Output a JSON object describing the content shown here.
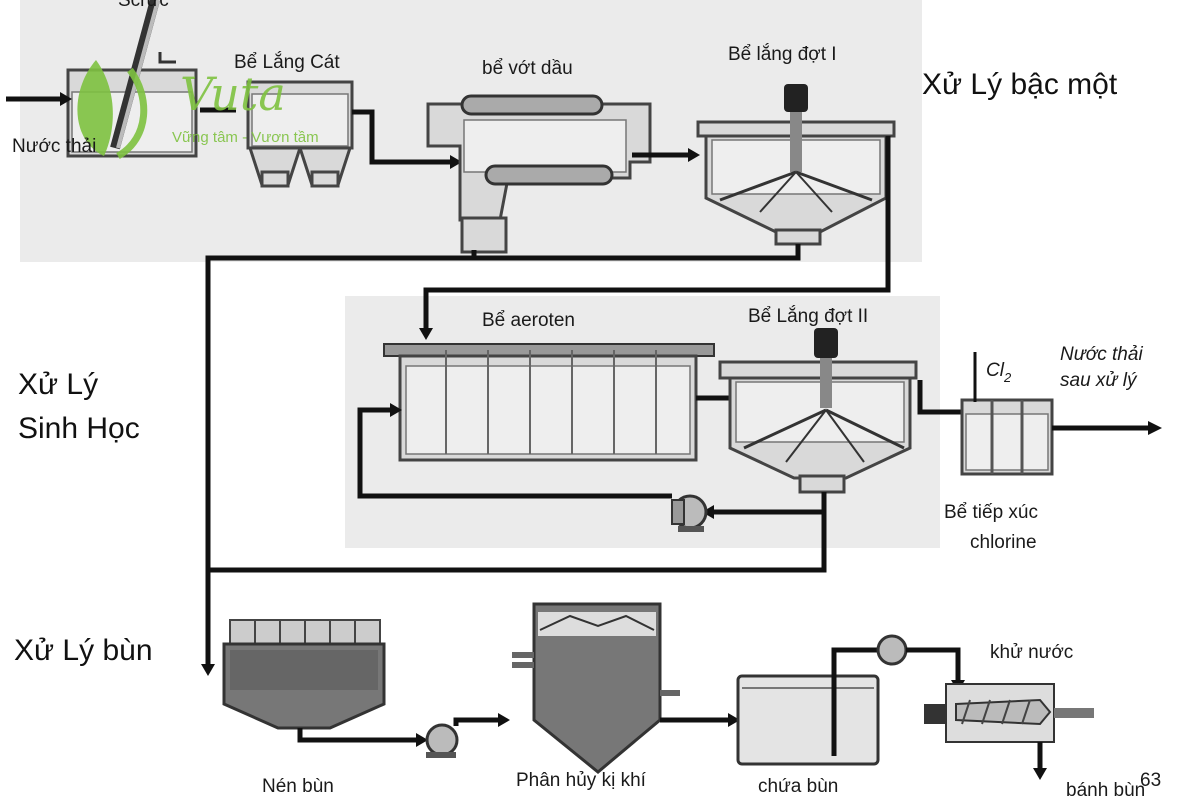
{
  "sections": {
    "primary": "Xử Lý bậc một",
    "biological_line1": "Xử Lý",
    "biological_line2": "Sinh Học",
    "sludge": "Xử Lý bùn"
  },
  "units": {
    "screen": "Scrưc",
    "wastewater_in": "Nước thải",
    "grit_chamber": "Bể Lắng Cát",
    "oil_separator": "bể vớt dầu",
    "primary_clarifier": "Bể lắng đợt I",
    "aeration_tank": "Bể aeroten",
    "secondary_clarifier": "Bể Lắng đợt II",
    "chlorine_tank_line1": "Bể tiếp xúc",
    "chlorine_tank_line2": "chlorine",
    "chlorine_symbol": "Cl",
    "chlorine_subscript": "2",
    "treated_line1": "Nước thải",
    "treated_line2": "sau xử lý",
    "thickener": "Nén bùn",
    "digester": "Phân hủy kị khí",
    "sludge_storage": "chứa bùn",
    "dewatering": "khử nước",
    "cake": "bánh bùn"
  },
  "logo": {
    "name": "Vuta",
    "tagline": "Vững tâm - Vươn tầm",
    "color": "#7fc241"
  },
  "page_number": "63"
}
